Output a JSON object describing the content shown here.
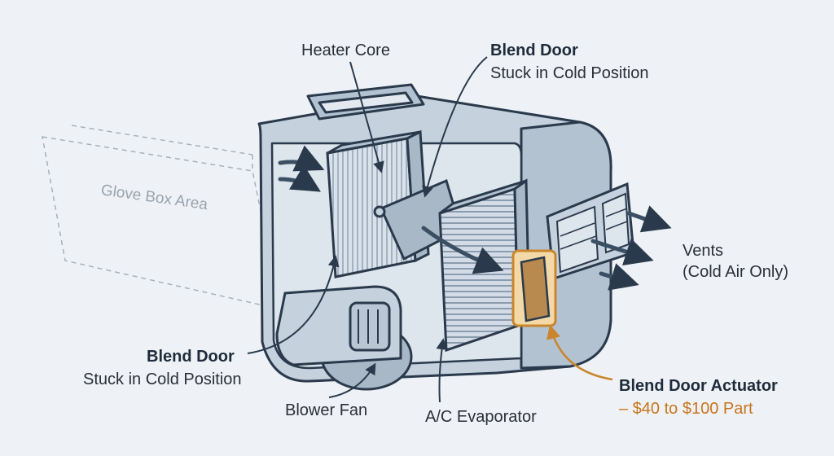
{
  "labels": {
    "heater_core": "Heater Core",
    "blend_door_top_title": "Blend Door",
    "blend_door_top_sub": "Stuck in Cold Position",
    "glove_box": "Glove Box Area",
    "vents_title": "Vents",
    "vents_sub": "(Cold Air Only)",
    "blend_door_left_title": "Blend Door",
    "blend_door_left_sub": "Stuck in Cold Position",
    "blower_fan": "Blower Fan",
    "evaporator": "A/C Evaporator",
    "actuator_title": "Blend Door Actuator",
    "actuator_sub": "– $40 to $100 Part"
  },
  "colors": {
    "housing_fill": "#c5d1dd",
    "housing_dark": "#a9b8c7",
    "outline": "#2a3a4c",
    "actuator": "#c9862c",
    "actuator_label": "#c9741d",
    "ghost_outline": "#a7b0ba"
  }
}
